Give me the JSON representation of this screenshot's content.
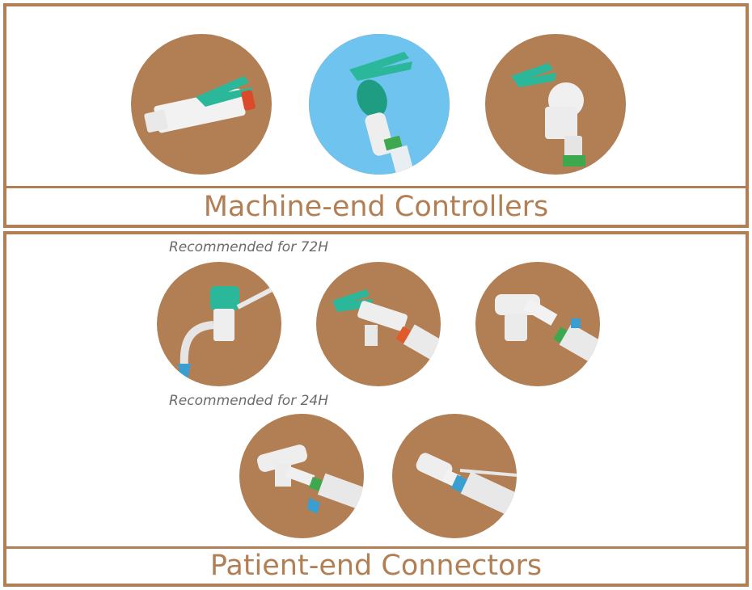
{
  "sections": {
    "machine_end": {
      "title": "Machine-end Controllers"
    },
    "patient_end": {
      "title": "Patient-end Connectors",
      "notes": {
        "rec_72h": "Recommended for 72H",
        "rec_24h": "Recommended for 24H"
      }
    }
  },
  "products": [
    {
      "name": "product-photo-controller-1",
      "icon": "suction-controller-icon",
      "bg": "#b27f55"
    },
    {
      "name": "product-photo-controller-2",
      "icon": "suction-valve-icon",
      "bg": "#6fc3ef"
    },
    {
      "name": "product-photo-controller-3",
      "icon": "suction-valve-icon",
      "bg": "#b27f55"
    },
    {
      "name": "product-photo-connector-72h-1",
      "icon": "connector-icon",
      "bg": "#b27f55"
    },
    {
      "name": "product-photo-connector-72h-2",
      "icon": "connector-icon",
      "bg": "#b27f55"
    },
    {
      "name": "product-photo-connector-72h-3",
      "icon": "connector-icon",
      "bg": "#b27f55"
    },
    {
      "name": "product-photo-connector-24h-1",
      "icon": "connector-icon",
      "bg": "#b27f55"
    },
    {
      "name": "product-photo-connector-24h-2",
      "icon": "connector-icon",
      "bg": "#b27f55"
    }
  ],
  "colors": {
    "brand_brown": "#b27f55",
    "sky_blue": "#6fc3ef",
    "teal": "#2bb89a",
    "green": "#3ea84f"
  }
}
